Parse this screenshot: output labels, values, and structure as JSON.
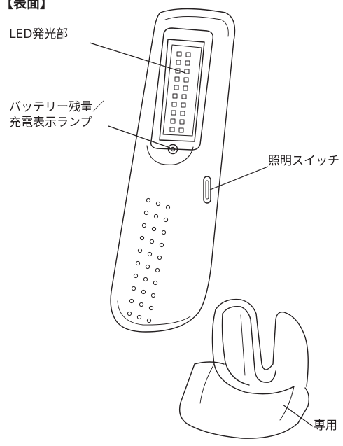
{
  "header": {
    "title": "【表面】"
  },
  "labels": {
    "led": "LED発光部",
    "battery_line1": "バッテリー残量／",
    "battery_line2": "充電表示ランプ",
    "switch": "照明スイッチ",
    "stand": "専用"
  },
  "colors": {
    "line": "#231f20",
    "background": "#ffffff"
  },
  "icons": [
    "led-grid-icon",
    "indicator-lamp-icon",
    "power-switch-icon",
    "speaker-grille-icon"
  ]
}
